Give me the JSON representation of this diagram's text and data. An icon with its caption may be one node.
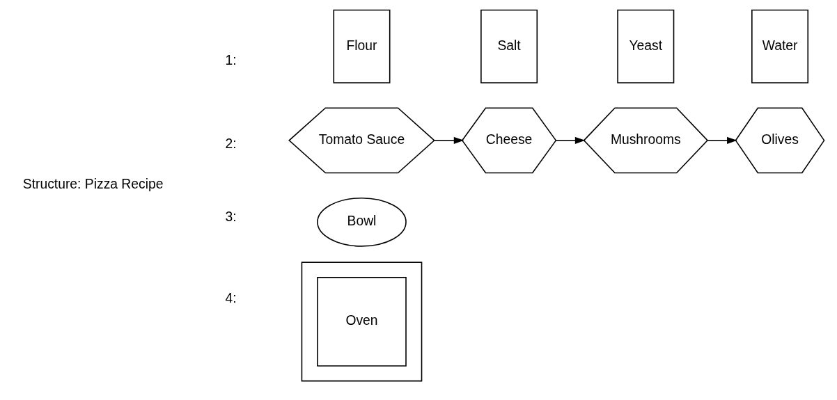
{
  "diagram": {
    "nodes": [
      {
        "text": [
          "Flour"
        ]
      },
      {
        "text": [
          "Salt"
        ]
      },
      {
        "text": [
          "Yeast"
        ]
      },
      {
        "text": [
          "Water"
        ]
      },
      {
        "text": [
          "Tomato Sauce"
        ]
      },
      {
        "text": [
          "Cheese"
        ]
      },
      {
        "text": [
          "Mushrooms"
        ]
      },
      {
        "text": [
          "Olives"
        ]
      },
      {
        "text": [
          "Bowl"
        ]
      },
      {
        "text": [],
        "shape": "box"
      },
      {
        "text": [
          "Oven"
        ],
        "in": 9
      }
    ],
    "edges": [
      {
        "from": 4,
        "to": 5,
        "arrow": "to"
      },
      {
        "from": 5,
        "to": 6,
        "arrow": "to"
      },
      {
        "from": 6,
        "to": 7,
        "arrow": "to"
      }
    ],
    "labels": [
      "Structure: Pizza Recipe",
      "1:",
      "2:",
      "3:",
      "4:"
    ]
  }
}
